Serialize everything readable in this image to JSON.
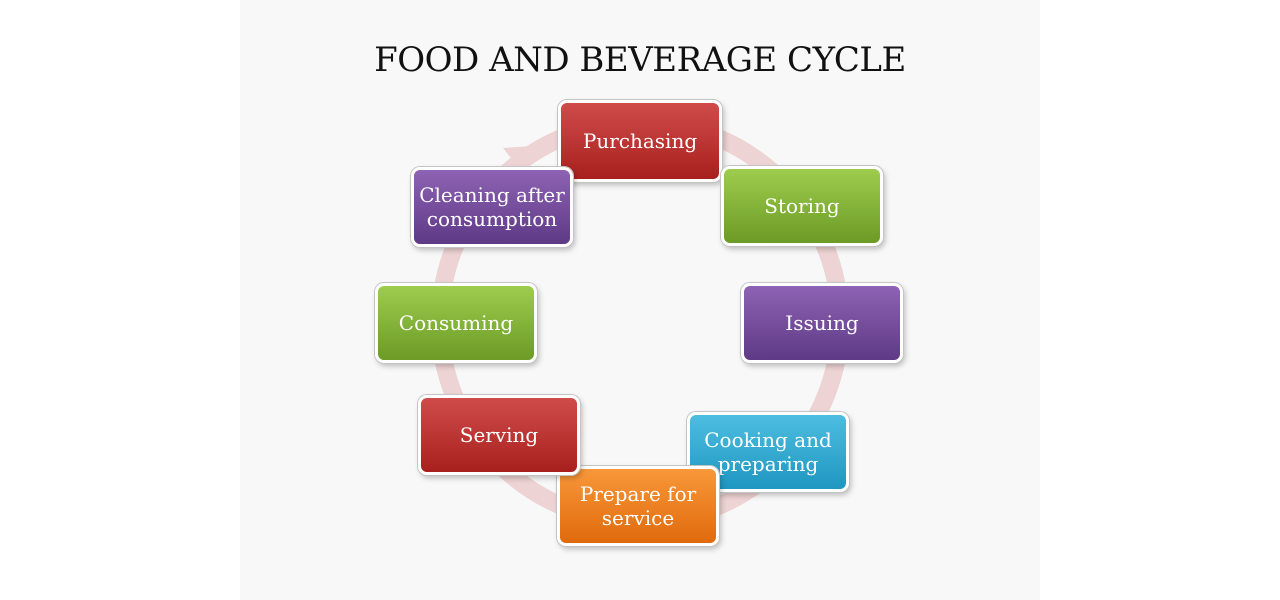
{
  "title": "FOOD AND BEVERAGE CYCLE",
  "cycle": {
    "purchasing": "Purchasing",
    "storing": "Storing",
    "issuing": "Issuing",
    "cooking": "Cooking and preparing",
    "prepare": "Prepare for service",
    "serving": "Serving",
    "consuming": "Consuming",
    "cleaning": "Cleaning after consumption"
  },
  "colors": {
    "red": "#b72d2b",
    "green": "#80b038",
    "purple": "#6e4896",
    "blue": "#2ca8d2",
    "orange": "#ee7d1f",
    "arrow": "#edd3d3"
  }
}
